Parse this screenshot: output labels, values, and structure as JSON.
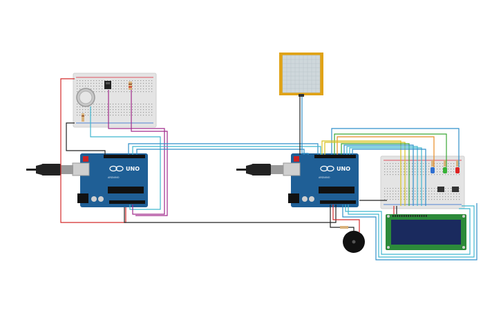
{
  "boards": {
    "left": {
      "model_label": "UNO",
      "brand_label": "ARDUINO"
    },
    "right": {
      "model_label": "UNO",
      "brand_label": "ARDUINO"
    }
  },
  "colors": {
    "board": "#1f5f96",
    "board_dark": "#174a78",
    "breadboard": "#e4e4e4",
    "wire_red": "#d42a2a",
    "wire_black": "#222222",
    "wire_blue": "#2f8fc9",
    "wire_cyan": "#3fb6cf",
    "wire_purple": "#a12a8c",
    "wire_yellow": "#d8c21f",
    "wire_green": "#3aa635",
    "wire_orange": "#e88b23",
    "keypad_frame": "#e0a317",
    "lcd_frame": "#2c8a3a",
    "lcd_screen": "#1a2a5e"
  },
  "icons": {
    "usb_cable": "usb-cable-icon",
    "buzzer": "buzzer-icon",
    "sensor": "gas-sensor-icon"
  }
}
